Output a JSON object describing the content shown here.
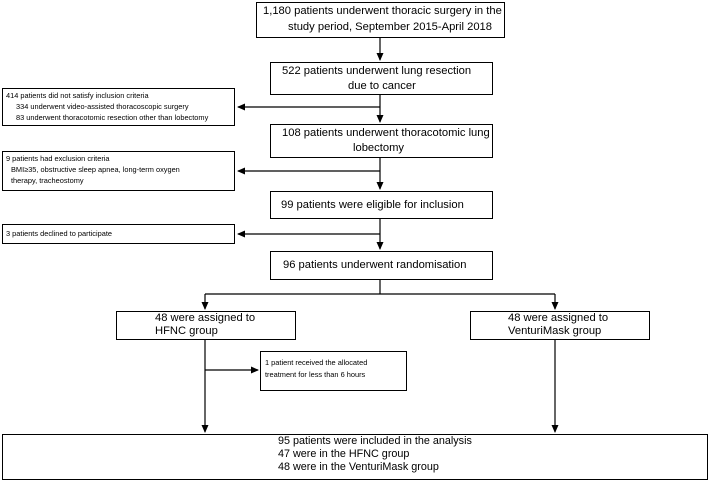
{
  "flowchart": {
    "screened": {
      "line1": "1,180 patients underwent thoracic surgery in the",
      "line2": "study period, September 2015-April 2018"
    },
    "lung_resection": {
      "line1": "522 patients underwent lung resection",
      "line2": "due to cancer"
    },
    "excluded_inclusion": {
      "line1": "414 patients did not satisfy inclusion criteria",
      "line2": "334 underwent video-assisted thoracoscopic surgery",
      "line3": "83 underwent thoracotomic resection other than lobectomy"
    },
    "lobectomy": {
      "line1": "108 patients underwent thoracotomic lung",
      "line2": "lobectomy"
    },
    "excluded_exclusion": {
      "line1": "9 patients had exclusion criteria",
      "line2": "BMI≥35, obstructive sleep apnea, long-term oxygen",
      "line3": "therapy, tracheostomy"
    },
    "eligible": {
      "line1": "99 patients were eligible for inclusion"
    },
    "declined": {
      "line1": "3 patients declined to participate"
    },
    "randomised": {
      "line1": "96 patients underwent randomisation"
    },
    "hfnc_group": {
      "line1": "48 were assigned to",
      "line2": "HFNC group"
    },
    "venturi_group": {
      "line1": "48 were assigned to",
      "line2": "VenturiMask group"
    },
    "hfnc_excluded": {
      "line1": "1 patient received the allocated",
      "line2": "treatment for less than 6 hours"
    },
    "analysis": {
      "line1": "95 patients were included in the analysis",
      "line2": "47 were in the HFNC group",
      "line3": "48 were in the VenturiMask group"
    }
  }
}
